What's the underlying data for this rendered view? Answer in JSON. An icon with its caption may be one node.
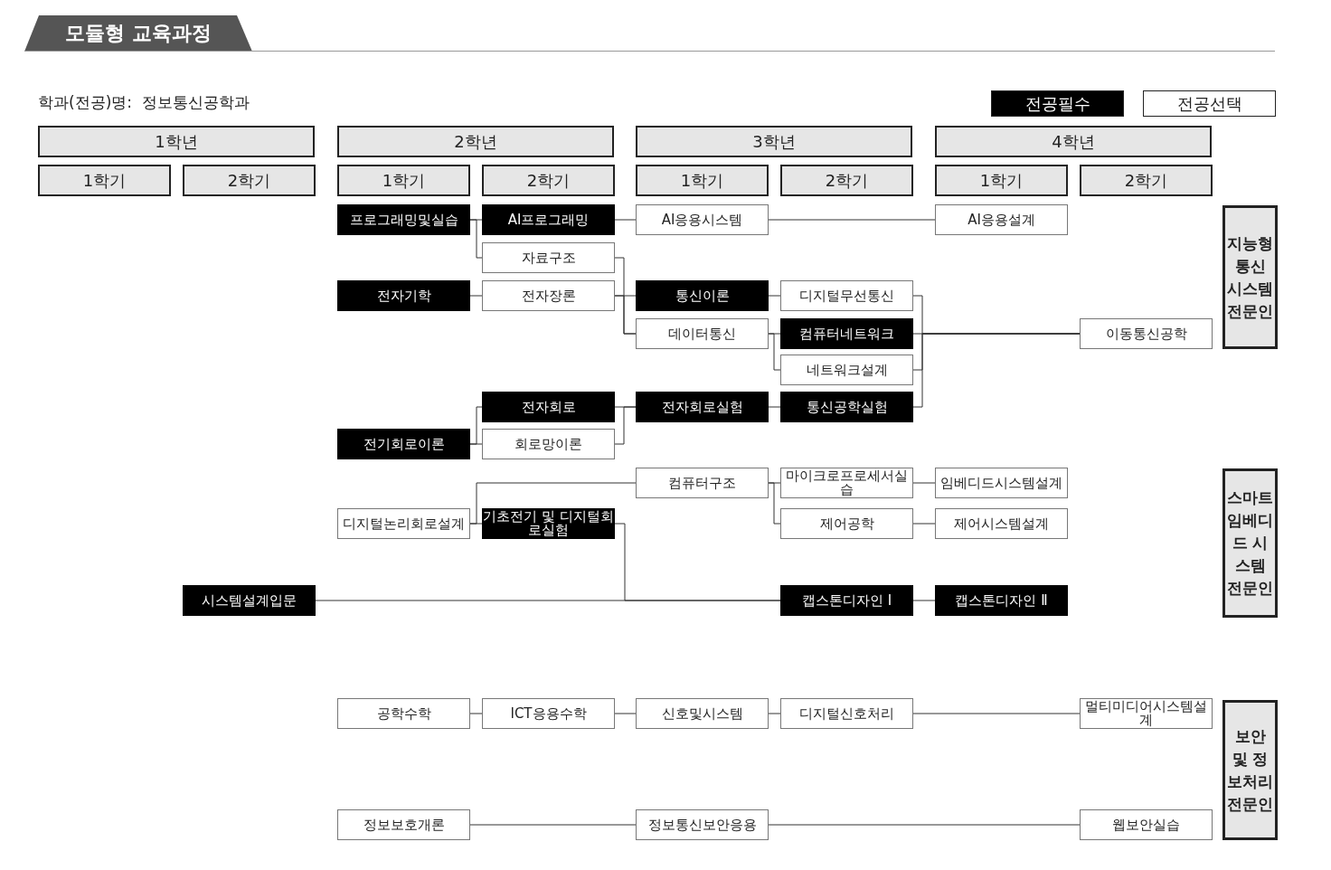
{
  "diagram": {
    "title": "모듈형 교육과정",
    "nodes": [
      {
        "text": [
          "1학년"
        ]
      },
      {
        "text": [
          "2학년"
        ]
      },
      {
        "text": [
          "3학년"
        ]
      },
      {
        "text": [
          "4학년"
        ]
      },
      {
        "text": [
          "1학기"
        ]
      },
      {
        "text": [
          "2학기"
        ]
      },
      {
        "text": [
          "1학기"
        ]
      },
      {
        "text": [
          "2학기"
        ]
      },
      {
        "text": [
          "1학기"
        ]
      },
      {
        "text": [
          "2학기"
        ]
      },
      {
        "text": [
          "1학기"
        ]
      },
      {
        "text": [
          "2학기"
        ]
      },
      {
        "text": [
          "프로그래밍및실습"
        ]
      },
      {
        "text": [
          "AI프로그래밍"
        ]
      },
      {
        "text": [
          "AI응용시스템"
        ]
      },
      {
        "text": [
          "AI응용설계"
        ]
      },
      {
        "text": [
          "자료구조"
        ]
      },
      {
        "text": [
          "전자기학"
        ]
      },
      {
        "text": [
          "전자장론"
        ]
      },
      {
        "text": [
          "통신이론"
        ]
      },
      {
        "text": [
          "디지털무선통신"
        ]
      },
      {
        "text": [
          "데이터통신"
        ]
      },
      {
        "text": [
          "컴퓨터네트워크"
        ]
      },
      {
        "text": [
          "이동통신공학"
        ]
      },
      {
        "text": [
          "네트워크설계"
        ]
      },
      {
        "text": [
          "전자회로"
        ]
      },
      {
        "text": [
          "전자회로실험"
        ]
      },
      {
        "text": [
          "통신공학실험"
        ]
      },
      {
        "text": [
          "전기회로이론"
        ]
      },
      {
        "text": [
          "회로망이론"
        ]
      },
      {
        "text": [
          "컴퓨터구조"
        ]
      },
      {
        "text": [
          "마이크로프로세서실습"
        ]
      },
      {
        "text": [
          "임베디드시스템설계"
        ]
      },
      {
        "text": [
          "디지털논리회로설계"
        ]
      },
      {
        "text": [
          "기초전기 및 디지털회로실험"
        ]
      },
      {
        "text": [
          "제어공학"
        ]
      },
      {
        "text": [
          "제어시스템설계"
        ]
      },
      {
        "text": [
          "시스템설계입문"
        ]
      },
      {
        "text": [
          "캡스톤디자인 I"
        ]
      },
      {
        "text": [
          "캡스톤디자인 Ⅱ"
        ]
      },
      {
        "text": [
          "공학수학"
        ]
      },
      {
        "text": [
          "ICT응용수학"
        ]
      },
      {
        "text": [
          "신호및시스템"
        ]
      },
      {
        "text": [
          "디지털신호처리"
        ]
      },
      {
        "text": [
          "멀티미디어시스템설계"
        ]
      },
      {
        "text": [
          "정보보호개론"
        ]
      },
      {
        "text": [
          "정보통신보안응용"
        ]
      },
      {
        "text": [
          "웹보안실습"
        ]
      },
      {
        "text": [
          "지능형 통신 시스템 전문인"
        ]
      },
      {
        "text": [
          "스마트 임베디드 시스템 전문인"
        ]
      },
      {
        "text": [
          "보안 및 정보처리 전문인"
        ]
      }
    ],
    "edges": [
      {
        "from": 12,
        "to": 13,
        "arrow": "none"
      },
      {
        "from": 12,
        "to": 16,
        "arrow": "none"
      },
      {
        "from": 13,
        "to": 14,
        "arrow": "none"
      },
      {
        "from": 14,
        "to": 15,
        "arrow": "none"
      },
      {
        "from": 16,
        "to": 21,
        "arrow": "none"
      },
      {
        "from": 17,
        "to": 18,
        "arrow": "none"
      },
      {
        "from": 18,
        "to": 19,
        "arrow": "none"
      },
      {
        "from": 18,
        "to": 21,
        "arrow": "none"
      },
      {
        "from": 19,
        "to": 20,
        "arrow": "none"
      },
      {
        "from": 21,
        "to": 22,
        "arrow": "none"
      },
      {
        "from": 21,
        "to": 24,
        "arrow": "none"
      },
      {
        "from": 22,
        "to": 23,
        "arrow": "none"
      },
      {
        "from": 20,
        "to": 23,
        "arrow": "none"
      },
      {
        "from": 24,
        "to": 23,
        "arrow": "none"
      },
      {
        "from": 27,
        "to": 23,
        "arrow": "none"
      },
      {
        "from": 25,
        "to": 26,
        "arrow": "none"
      },
      {
        "from": 29,
        "to": 26,
        "arrow": "none"
      },
      {
        "from": 26,
        "to": 27,
        "arrow": "none"
      },
      {
        "from": 28,
        "to": 25,
        "arrow": "none"
      },
      {
        "from": 28,
        "to": 29,
        "arrow": "none"
      },
      {
        "from": 33,
        "to": 34,
        "arrow": "none"
      },
      {
        "from": 33,
        "to": 30,
        "arrow": "none"
      },
      {
        "from": 30,
        "to": 31,
        "arrow": "none"
      },
      {
        "from": 30,
        "to": 35,
        "arrow": "none"
      },
      {
        "from": 31,
        "to": 32,
        "arrow": "none"
      },
      {
        "from": 35,
        "to": 36,
        "arrow": "none"
      },
      {
        "from": 34,
        "to": 38,
        "arrow": "none"
      },
      {
        "from": 37,
        "to": 38,
        "arrow": "none"
      },
      {
        "from": 38,
        "to": 39,
        "arrow": "none"
      },
      {
        "from": 40,
        "to": 41,
        "arrow": "none"
      },
      {
        "from": 41,
        "to": 42,
        "arrow": "none"
      },
      {
        "from": 42,
        "to": 43,
        "arrow": "none"
      },
      {
        "from": 43,
        "to": 44,
        "arrow": "none"
      },
      {
        "from": 45,
        "to": 46,
        "arrow": "none"
      },
      {
        "from": 46,
        "to": 47,
        "arrow": "none"
      }
    ],
    "labels": [
      "학과(전공)명:  정보통신공학과"
    ],
    "legend": [
      {
        "text": "전공필수",
        "color": "#000000"
      },
      {
        "text": "전공선택",
        "color": "#ffffff"
      }
    ]
  }
}
